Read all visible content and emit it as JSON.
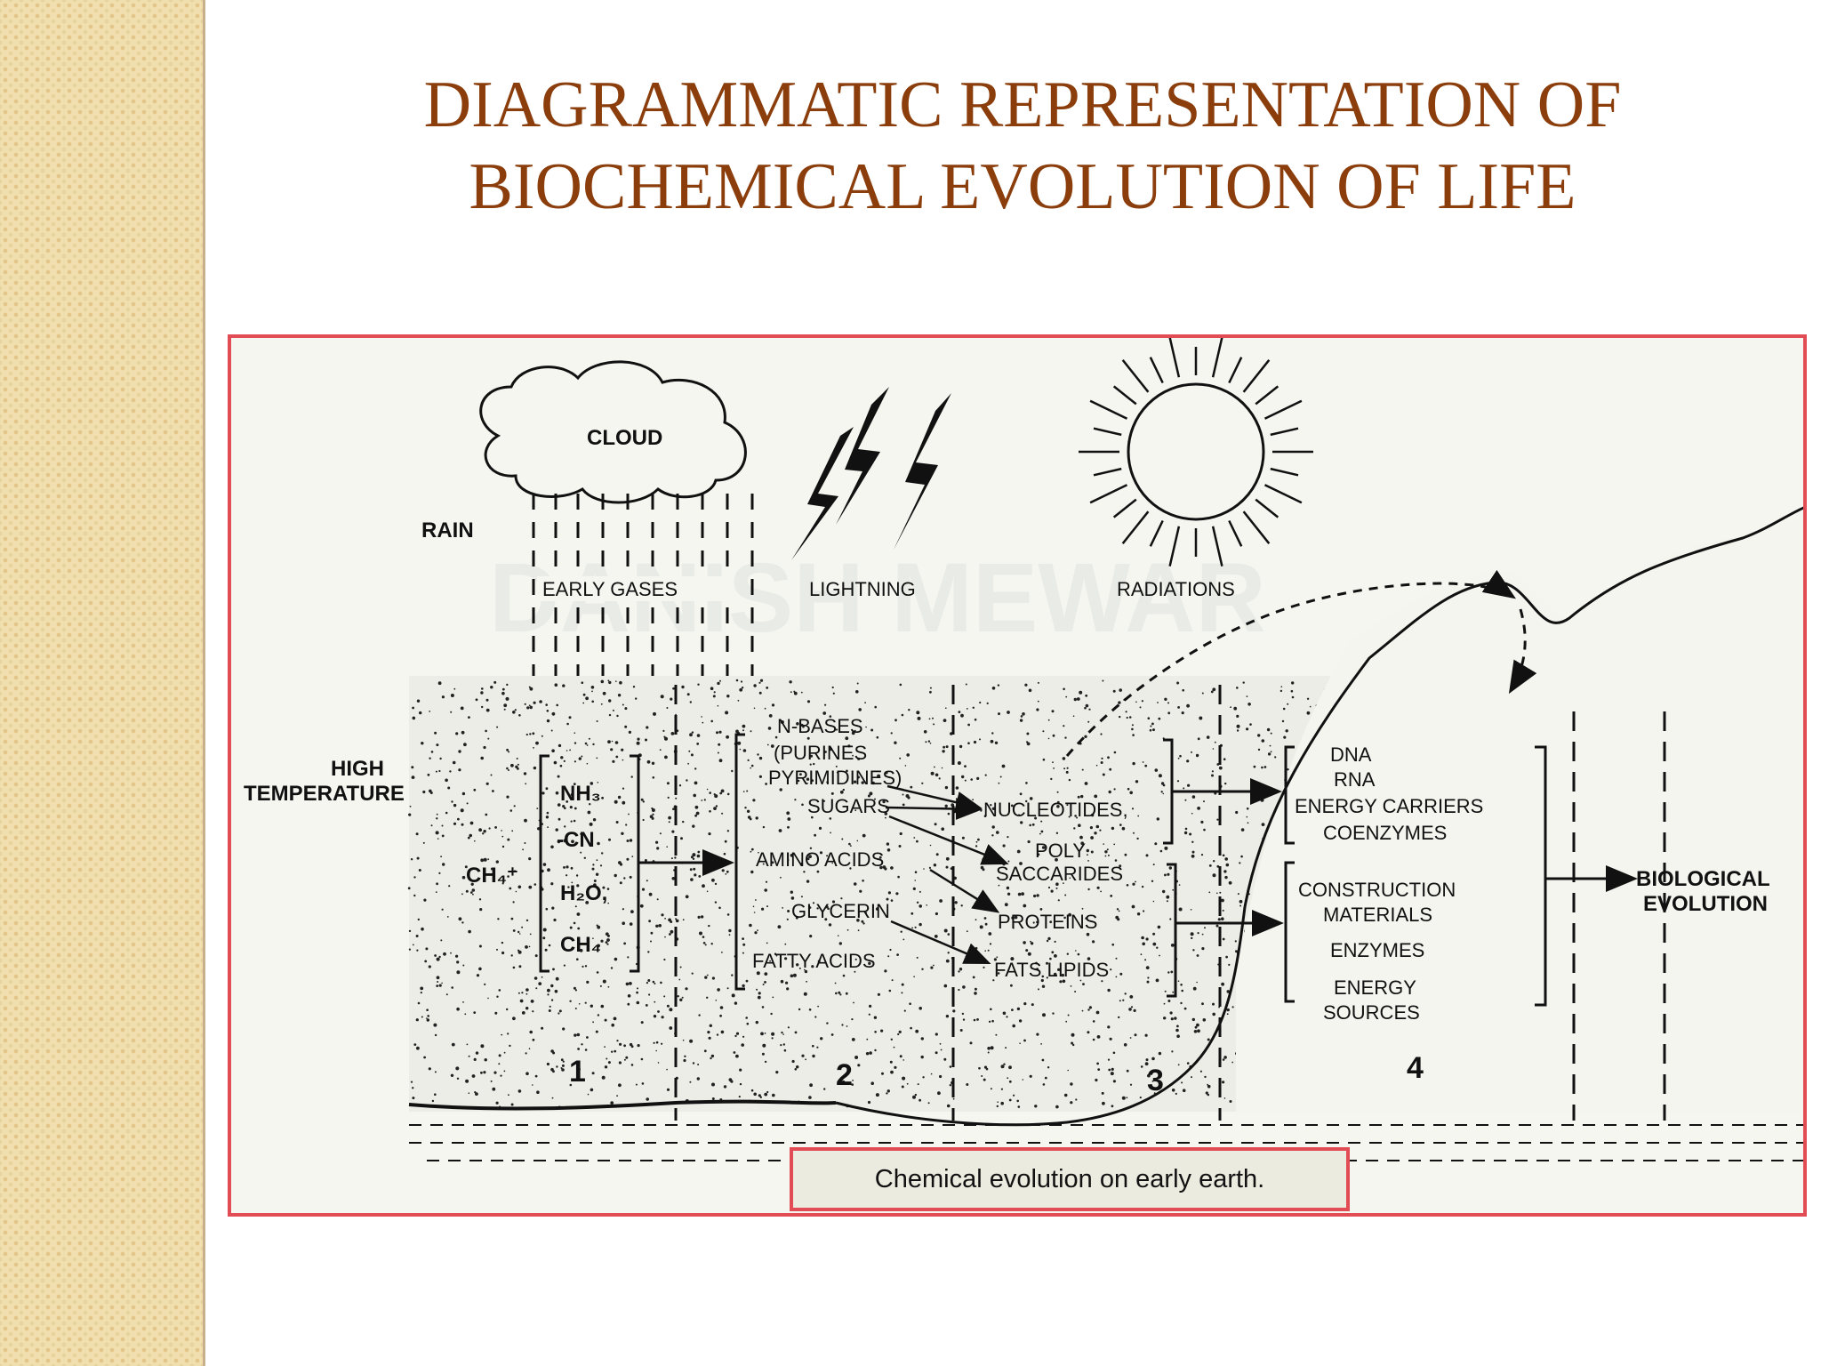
{
  "slide": {
    "title_line1": "DIAGRAMMATIC REPRESENTATION OF",
    "title_line2": "BIOCHEMICAL EVOLUTION OF LIFE"
  },
  "diagram": {
    "labels": {
      "cloud": "CLOUD",
      "rain": "RAIN",
      "early_gases": "EARLY GASES",
      "lightning": "LIGHTNING",
      "radiations": "RADIATIONS",
      "high": "HIGH",
      "temperature": "TEMPERATURE",
      "ch4_plus": "CH₄⁺",
      "biological": "BIOLOGICAL",
      "evolution": "EVOLUTION"
    },
    "gases": [
      "NH₃",
      "-CN",
      "H₂O,",
      "CH₄"
    ],
    "stage2": {
      "nbases": "N-BASES",
      "purines": "(PURINES",
      "pyrimidines": "PYRIMIDINES)",
      "sugars": "SUGARS",
      "amino_acids": "AMINO  ACIDS",
      "glycerin": "GLYCERIN",
      "fatty_acids": "FATTY ACIDS"
    },
    "stage3": {
      "nucleotides": "NUCLEOTIDES,",
      "poly": "POLY",
      "saccharides": "SACCARIDES",
      "proteins": "PROTEINS",
      "fats_lipids": "FATS LIPIDS"
    },
    "stage4_top": {
      "dna": "DNA",
      "rna": "RNA",
      "energy_carriers": "ENERGY CARRIERS",
      "coenzymes": "COENZYMES"
    },
    "stage4_bottom": {
      "construction": "CONSTRUCTION",
      "materials": "MATERIALS",
      "enzymes": "ENZYMES",
      "energy": "ENERGY",
      "sources": "SOURCES"
    },
    "stage_numbers": [
      "1",
      "2",
      "3",
      "4"
    ],
    "caption": "Chemical evolution on early earth."
  }
}
